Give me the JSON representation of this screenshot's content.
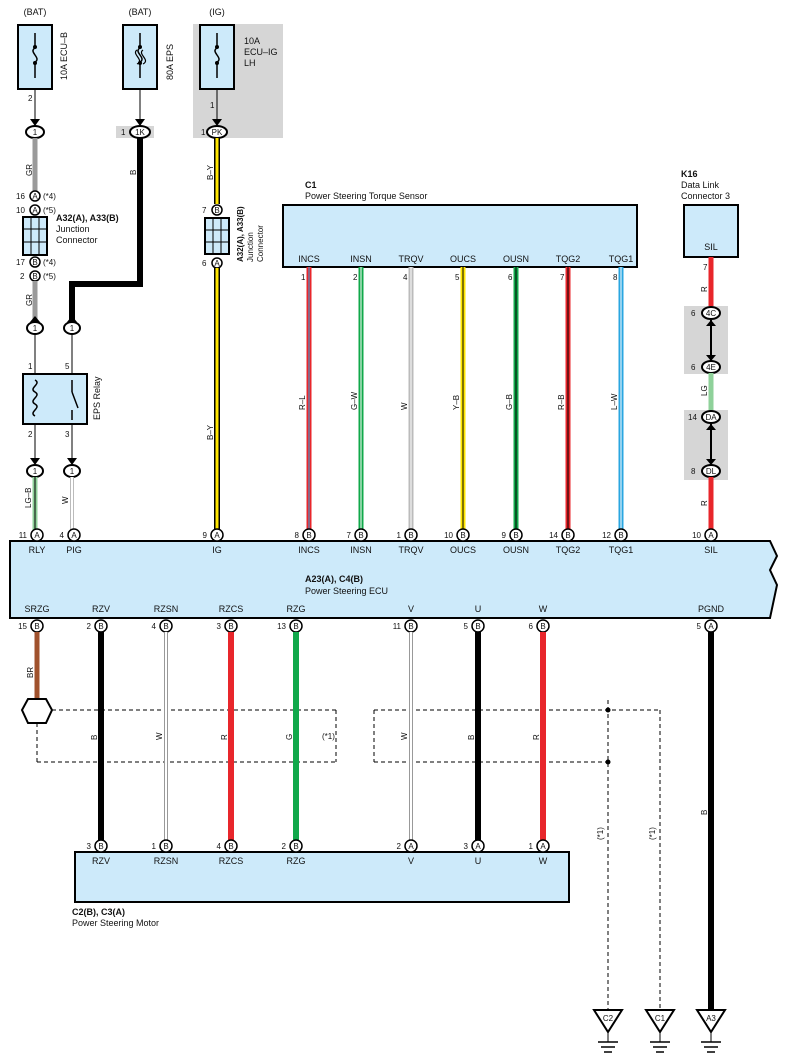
{
  "power_sources": {
    "bat1": "(BAT)",
    "bat2": "(BAT)",
    "ig": "(IG)",
    "fuse1": "10A ECU–B",
    "fuse2": "80A EPS",
    "fuse3_a": "10A",
    "fuse3_b": "ECU–IG",
    "fuse3_c": "LH"
  },
  "top_connectors": {
    "c1": "1",
    "c1k": "1K",
    "cpk": "PK",
    "pin_2": "2",
    "pin_1a": "1",
    "pin_1b": "1"
  },
  "junction_connector": {
    "left_name": "A32(A), A33(B)",
    "left_sub1": "Junction",
    "left_sub2": "Connector",
    "right_name": "A32(A), A33(B)",
    "right_sub1": "Junction",
    "right_sub2": "Connector",
    "left_pins": {
      "p16": "16",
      "p10": "10",
      "p17": "17",
      "p2": "2",
      "s4a": "(*4)",
      "s5a": "(*5)",
      "s4b": "(*4)",
      "s5b": "(*5)"
    },
    "right_pins": {
      "p7": "7",
      "p6": "6"
    }
  },
  "sensor": {
    "id": "C1",
    "name": "Power Steering Torque Sensor",
    "terminals": [
      "INCS",
      "INSN",
      "TRQV",
      "OUCS",
      "OUSN",
      "TQG2",
      "TQG1"
    ],
    "pins": [
      "1",
      "2",
      "4",
      "5",
      "6",
      "7",
      "8"
    ],
    "wire_colors": [
      "R–L",
      "G–W",
      "W",
      "Y–B",
      "G–B",
      "R–B",
      "L–W"
    ]
  },
  "dlc": {
    "id": "K16",
    "name1": "Data Link",
    "name2": "Connector 3",
    "terminal": "SIL",
    "pin": "7",
    "wire1": "R",
    "wire2": "LG",
    "wire3": "R",
    "c4c": "4C",
    "c4e": "4E",
    "cda": "DA",
    "cdl": "DL",
    "p6a": "6",
    "p6b": "6",
    "p14": "14",
    "p8": "8"
  },
  "relay": {
    "label": "EPS Relay",
    "p1": "1",
    "p5": "5",
    "p2": "2",
    "p3": "3"
  },
  "wire_labels": {
    "gr1": "GR",
    "gr2": "GR",
    "b1": "B",
    "by1": "B–Y",
    "by2": "B–Y",
    "lgb": "LG–B",
    "w1": "W"
  },
  "ecu": {
    "name": "A23(A), C4(B)",
    "sub": "Power Steering ECU",
    "top_terminals": [
      {
        "name": "RLY",
        "pin": "11",
        "conn": "A"
      },
      {
        "name": "PIG",
        "pin": "4",
        "conn": "A"
      },
      {
        "name": "IG",
        "pin": "9",
        "conn": "A"
      },
      {
        "name": "INCS",
        "pin": "8",
        "conn": "B"
      },
      {
        "name": "INSN",
        "pin": "7",
        "conn": "B"
      },
      {
        "name": "TRQV",
        "pin": "1",
        "conn": "B"
      },
      {
        "name": "OUCS",
        "pin": "10",
        "conn": "B"
      },
      {
        "name": "OUSN",
        "pin": "9",
        "conn": "B"
      },
      {
        "name": "TQG2",
        "pin": "14",
        "conn": "B"
      },
      {
        "name": "TQG1",
        "pin": "12",
        "conn": "B"
      },
      {
        "name": "SIL",
        "pin": "10",
        "conn": "A"
      }
    ],
    "bottom_terminals": [
      {
        "name": "SRZG",
        "pin": "15",
        "conn": "B"
      },
      {
        "name": "RZV",
        "pin": "2",
        "conn": "B"
      },
      {
        "name": "RZSN",
        "pin": "4",
        "conn": "B"
      },
      {
        "name": "RZCS",
        "pin": "3",
        "conn": "B"
      },
      {
        "name": "RZG",
        "pin": "13",
        "conn": "B"
      },
      {
        "name": "V",
        "pin": "11",
        "conn": "B"
      },
      {
        "name": "U",
        "pin": "5",
        "conn": "B"
      },
      {
        "name": "W",
        "pin": "6",
        "conn": "B"
      },
      {
        "name": "PGND",
        "pin": "5",
        "conn": "A"
      }
    ]
  },
  "lower_wires": {
    "br": "BR",
    "b": "B",
    "w": "W",
    "r": "R",
    "g": "G",
    "s1": "(*1)",
    "w2": "W",
    "b2": "B",
    "r2": "R",
    "b3": "B",
    "s1b": "(*1)",
    "s1c": "(*1)"
  },
  "motor": {
    "name": "C2(B), C3(A)",
    "sub": "Power Steering Motor",
    "terminals": [
      {
        "name": "RZV",
        "pin": "3",
        "conn": "B"
      },
      {
        "name": "RZSN",
        "pin": "1",
        "conn": "B"
      },
      {
        "name": "RZCS",
        "pin": "4",
        "conn": "B"
      },
      {
        "name": "RZG",
        "pin": "2",
        "conn": "B"
      },
      {
        "name": "V",
        "pin": "2",
        "conn": "A"
      },
      {
        "name": "U",
        "pin": "3",
        "conn": "A"
      },
      {
        "name": "W",
        "pin": "1",
        "conn": "A"
      }
    ]
  },
  "grounds": {
    "c2": "C2",
    "c1": "C1",
    "a3": "A3"
  },
  "colors": {
    "box_fill": "#cdeafa",
    "gray": "#d6d6d6",
    "red": "#e8262b",
    "green": "#10a84a",
    "yellow": "#ffe600",
    "blue": "#2aa6e0",
    "brown": "#a0522d",
    "lightgreen": "#8fd19a"
  }
}
